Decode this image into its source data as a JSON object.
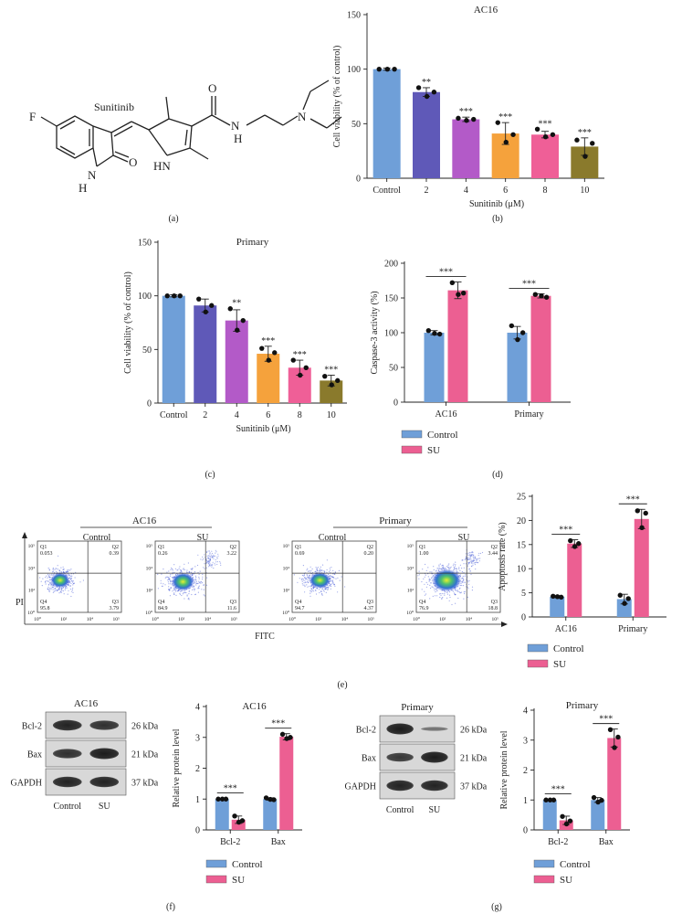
{
  "colors": {
    "control": "#6f9fd8",
    "su": "#ec5f92",
    "dose_2": "#5f59b8",
    "dose_4": "#b35ac8",
    "dose_6": "#f5a23c",
    "dose_8": "#ef5f97",
    "dose_10": "#8a7a2c",
    "point": "#111111"
  },
  "panel_labels": [
    "(a)",
    "(b)",
    "(c)",
    "(d)",
    "(e)",
    "(f)",
    "(g)"
  ],
  "structure": {
    "name": "Sunitinib",
    "atoms": [
      "F",
      "N",
      "H",
      "O",
      "HN",
      "O",
      "N",
      "H",
      "N"
    ]
  },
  "flow": {
    "group_ac16": "AC16",
    "group_primary": "Primary",
    "label_control": "Control",
    "label_su": "SU",
    "y_axis": "PI",
    "x_axis": "FITC",
    "tick_exp": [
      "10⁰",
      "10²",
      "10⁴",
      "10⁵"
    ],
    "plots": [
      {
        "q1": "0.053",
        "q2": "0.39",
        "q3": "3.79",
        "q4": "95.8"
      },
      {
        "q1": "0.26",
        "q2": "3.22",
        "q3": "11.6",
        "q4": "84.9"
      },
      {
        "q1": "0.69",
        "q2": "0.20",
        "q3": "4.37",
        "q4": "94.7"
      },
      {
        "q1": "1.00",
        "q2": "3.44",
        "q3": "18.8",
        "q4": "76.9"
      }
    ]
  },
  "blots": [
    {
      "title": "AC16",
      "rows": [
        "Bcl-2",
        "Bax",
        "GAPDH"
      ],
      "kda": [
        "26 kDa",
        "21 kDa",
        "37 kDa"
      ],
      "lanes": [
        "Control",
        "SU"
      ]
    },
    {
      "title": "Primary",
      "rows": [
        "Bcl-2",
        "Bax",
        "GAPDH"
      ],
      "kda": [
        "26 kDa",
        "21 kDa",
        "37 kDa"
      ],
      "lanes": [
        "Control",
        "SU"
      ]
    }
  ],
  "chart_data": [
    {
      "id": "b",
      "type": "bar",
      "title": "AC16",
      "xlabel": "Sunitinib (μM)",
      "ylabel": "Cell viability (% of control)",
      "categories": [
        "Control",
        "2",
        "4",
        "6",
        "8",
        "10"
      ],
      "values": [
        100,
        79,
        54,
        41,
        40,
        29
      ],
      "errors": [
        1,
        4,
        2,
        10,
        3,
        8
      ],
      "points": [
        [
          100,
          100,
          100
        ],
        [
          83,
          75,
          79
        ],
        [
          55,
          53,
          54
        ],
        [
          51,
          33,
          40
        ],
        [
          45,
          38,
          40
        ],
        [
          35,
          20,
          32
        ]
      ],
      "significance": [
        "",
        "**",
        "***",
        "***",
        "***",
        "***"
      ],
      "ylim": [
        0,
        150
      ],
      "yticks": [
        0,
        50,
        100,
        150
      ]
    },
    {
      "id": "c",
      "type": "bar",
      "title": "Primary",
      "xlabel": "Sunitinib (μM)",
      "ylabel": "Cell viability (% of control)",
      "categories": [
        "Control",
        "2",
        "4",
        "6",
        "8",
        "10"
      ],
      "values": [
        100,
        91,
        77,
        46,
        33,
        21
      ],
      "errors": [
        1,
        6,
        10,
        7,
        7,
        5
      ],
      "points": [
        [
          100,
          100,
          100
        ],
        [
          97,
          85,
          91
        ],
        [
          88,
          68,
          77
        ],
        [
          51,
          40,
          47
        ],
        [
          40,
          26,
          33
        ],
        [
          25,
          17,
          21
        ]
      ],
      "significance": [
        "",
        "",
        "**",
        "***",
        "***",
        "***"
      ],
      "ylim": [
        0,
        150
      ],
      "yticks": [
        0,
        50,
        100,
        150
      ]
    },
    {
      "id": "d",
      "type": "bar",
      "ylabel": "Caspase-3 activity (%)",
      "categories": [
        "AC16",
        "Primary"
      ],
      "series": [
        {
          "name": "Control",
          "values": [
            100,
            100
          ],
          "errors": [
            3,
            9
          ],
          "points": [
            [
              103,
              99,
              98
            ],
            [
              110,
              90,
              100
            ]
          ]
        },
        {
          "name": "SU",
          "values": [
            161,
            153
          ],
          "errors": [
            12,
            3
          ],
          "points": [
            [
              172,
              155,
              157
            ],
            [
              155,
              153,
              151
            ]
          ]
        }
      ],
      "significance": [
        "***",
        "***"
      ],
      "ylim": [
        0,
        200
      ],
      "yticks": [
        0,
        50,
        100,
        150,
        200
      ]
    },
    {
      "id": "e",
      "type": "bar",
      "ylabel": "Apoptosis rate (%)",
      "categories": [
        "AC16",
        "Primary"
      ],
      "series": [
        {
          "name": "Control",
          "values": [
            4.2,
            3.7
          ],
          "errors": [
            0.2,
            1.0
          ],
          "points": [
            [
              4.3,
              4.2,
              4.1
            ],
            [
              4.5,
              2.8,
              3.8
            ]
          ]
        },
        {
          "name": "SU",
          "values": [
            15.2,
            20.3
          ],
          "errors": [
            0.8,
            2.0
          ],
          "points": [
            [
              15.8,
              14.6,
              15.2
            ],
            [
              22.0,
              18.5,
              21.5
            ]
          ]
        }
      ],
      "significance": [
        "***",
        "***"
      ],
      "ylim": [
        0,
        25
      ],
      "yticks": [
        0,
        5,
        10,
        15,
        20,
        25
      ]
    },
    {
      "id": "f",
      "type": "bar",
      "title": "AC16",
      "ylabel": "Relative protein level",
      "categories": [
        "Bcl-2",
        "Bax"
      ],
      "series": [
        {
          "name": "Control",
          "values": [
            1.0,
            1.0
          ],
          "errors": [
            0.02,
            0.04
          ],
          "points": [
            [
              1.0,
              1.0,
              1.0
            ],
            [
              1.04,
              0.99,
              0.98
            ]
          ]
        },
        {
          "name": "SU",
          "values": [
            0.33,
            3.02
          ],
          "errors": [
            0.12,
            0.1
          ],
          "points": [
            [
              0.45,
              0.25,
              0.3
            ],
            [
              3.1,
              2.96,
              3.0
            ]
          ]
        }
      ],
      "significance": [
        "***",
        "***"
      ],
      "ylim": [
        0,
        4
      ],
      "yticks": [
        0,
        1,
        2,
        3,
        4
      ]
    },
    {
      "id": "g",
      "type": "bar",
      "title": "Primary",
      "ylabel": "Relative protein level",
      "categories": [
        "Bcl-2",
        "Bax"
      ],
      "series": [
        {
          "name": "Control",
          "values": [
            1.0,
            1.0
          ],
          "errors": [
            0.02,
            0.08
          ],
          "points": [
            [
              1.0,
              1.0,
              1.0
            ],
            [
              1.08,
              0.93,
              0.99
            ]
          ]
        },
        {
          "name": "SU",
          "values": [
            0.32,
            3.07
          ],
          "errors": [
            0.14,
            0.3
          ],
          "points": [
            [
              0.45,
              0.2,
              0.3
            ],
            [
              3.35,
              2.75,
              3.1
            ]
          ]
        }
      ],
      "significance": [
        "***",
        "***"
      ],
      "ylim": [
        0,
        4
      ],
      "yticks": [
        0,
        1,
        2,
        3,
        4
      ]
    }
  ]
}
